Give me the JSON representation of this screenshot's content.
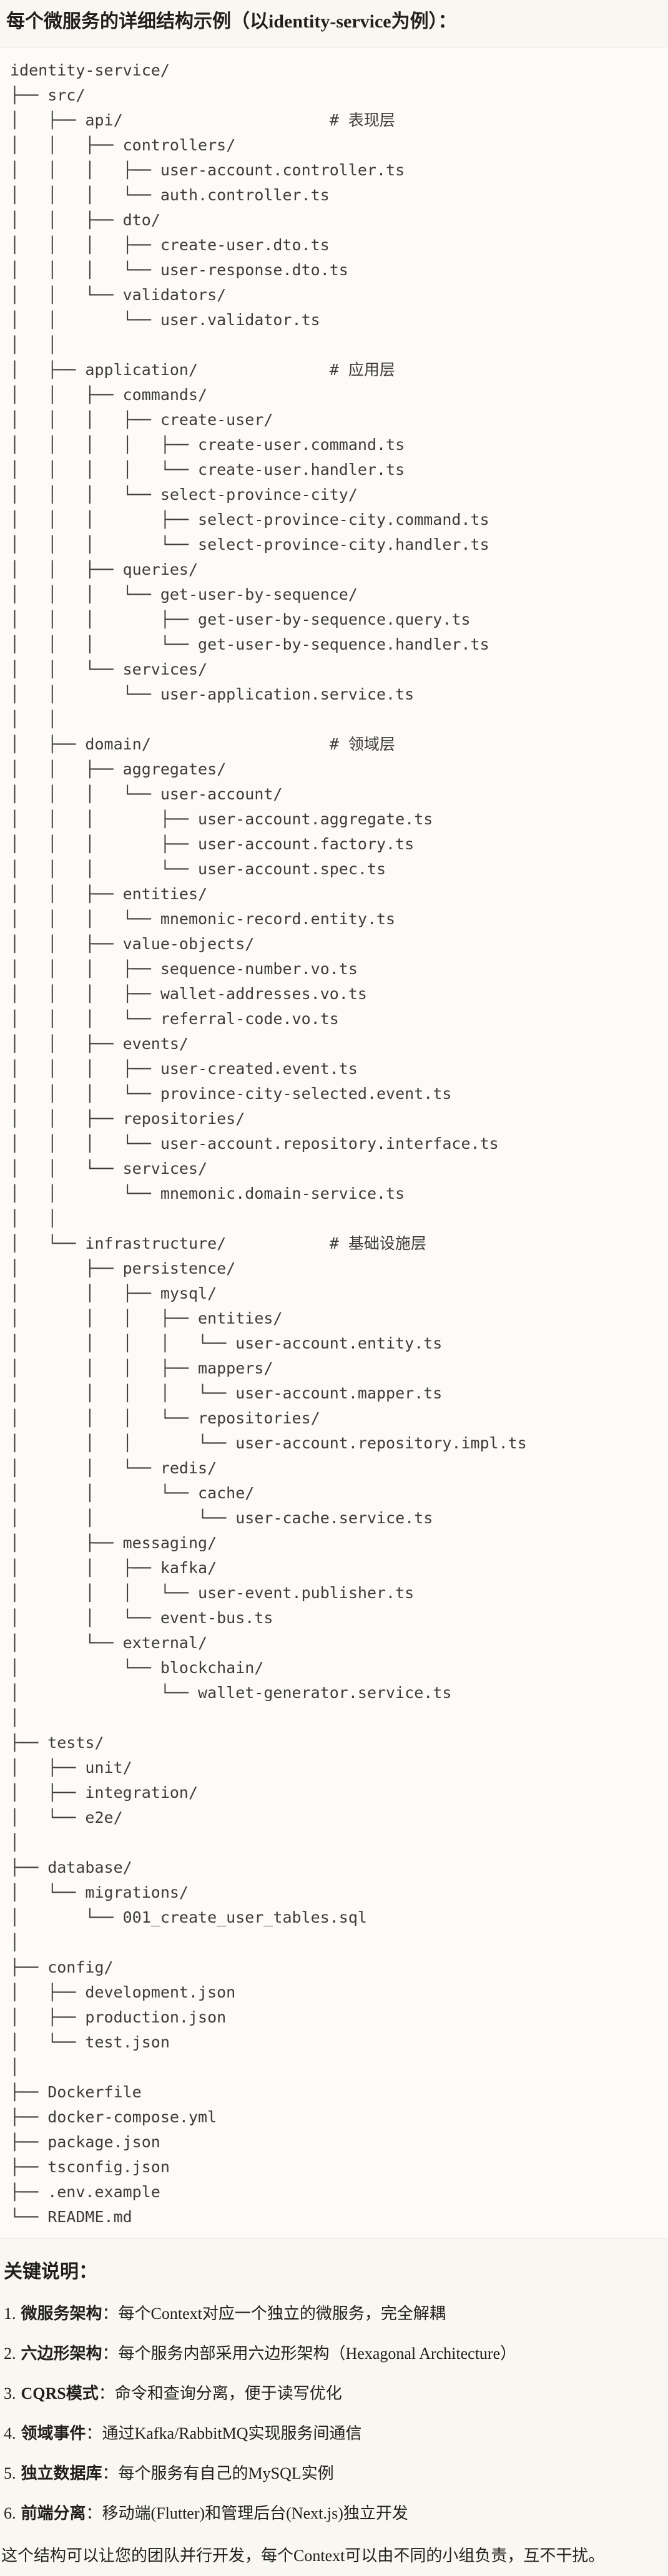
{
  "colors": {
    "page_bg": "#F8F7F2",
    "code_bg": "#FCFBF7",
    "border": "#E6E4DC",
    "text": "#201F1B",
    "code_text": "#3D3C38"
  },
  "header": {
    "title": "每个微服务的详细结构示例（以identity-service为例）："
  },
  "tree": {
    "lines": [
      "identity-service/",
      "├── src/",
      "│   ├── api/                      # 表现层",
      "│   │   ├── controllers/",
      "│   │   │   ├── user-account.controller.ts",
      "│   │   │   └── auth.controller.ts",
      "│   │   ├── dto/",
      "│   │   │   ├── create-user.dto.ts",
      "│   │   │   └── user-response.dto.ts",
      "│   │   └── validators/",
      "│   │       └── user.validator.ts",
      "│   │",
      "│   ├── application/              # 应用层",
      "│   │   ├── commands/",
      "│   │   │   ├── create-user/",
      "│   │   │   │   ├── create-user.command.ts",
      "│   │   │   │   └── create-user.handler.ts",
      "│   │   │   └── select-province-city/",
      "│   │   │       ├── select-province-city.command.ts",
      "│   │   │       └── select-province-city.handler.ts",
      "│   │   ├── queries/",
      "│   │   │   └── get-user-by-sequence/",
      "│   │   │       ├── get-user-by-sequence.query.ts",
      "│   │   │       └── get-user-by-sequence.handler.ts",
      "│   │   └── services/",
      "│   │       └── user-application.service.ts",
      "│   │",
      "│   ├── domain/                   # 领域层",
      "│   │   ├── aggregates/",
      "│   │   │   └── user-account/",
      "│   │   │       ├── user-account.aggregate.ts",
      "│   │   │       ├── user-account.factory.ts",
      "│   │   │       └── user-account.spec.ts",
      "│   │   ├── entities/",
      "│   │   │   └── mnemonic-record.entity.ts",
      "│   │   ├── value-objects/",
      "│   │   │   ├── sequence-number.vo.ts",
      "│   │   │   ├── wallet-addresses.vo.ts",
      "│   │   │   └── referral-code.vo.ts",
      "│   │   ├── events/",
      "│   │   │   ├── user-created.event.ts",
      "│   │   │   └── province-city-selected.event.ts",
      "│   │   ├── repositories/",
      "│   │   │   └── user-account.repository.interface.ts",
      "│   │   └── services/",
      "│   │       └── mnemonic.domain-service.ts",
      "│   │",
      "│   └── infrastructure/           # 基础设施层",
      "│       ├── persistence/",
      "│       │   ├── mysql/",
      "│       │   │   ├── entities/",
      "│       │   │   │   └── user-account.entity.ts",
      "│       │   │   ├── mappers/",
      "│       │   │   │   └── user-account.mapper.ts",
      "│       │   │   └── repositories/",
      "│       │   │       └── user-account.repository.impl.ts",
      "│       │   └── redis/",
      "│       │       └── cache/",
      "│       │           └── user-cache.service.ts",
      "│       ├── messaging/",
      "│       │   ├── kafka/",
      "│       │   │   └── user-event.publisher.ts",
      "│       │   └── event-bus.ts",
      "│       └── external/",
      "│           └── blockchain/",
      "│               └── wallet-generator.service.ts",
      "│",
      "├── tests/",
      "│   ├── unit/",
      "│   ├── integration/",
      "│   └── e2e/",
      "│",
      "├── database/",
      "│   └── migrations/",
      "│       └── 001_create_user_tables.sql",
      "│",
      "├── config/",
      "│   ├── development.json",
      "│   ├── production.json",
      "│   └── test.json",
      "│",
      "├── Dockerfile",
      "├── docker-compose.yml",
      "├── package.json",
      "├── tsconfig.json",
      "├── .env.example",
      "└── README.md"
    ]
  },
  "notes": {
    "heading": "关键说明：",
    "items": [
      {
        "num": "1.",
        "term": "微服务架构",
        "desc": "：每个Context对应一个独立的微服务，完全解耦"
      },
      {
        "num": "2.",
        "term": "六边形架构",
        "desc": "：每个服务内部采用六边形架构（Hexagonal Architecture）"
      },
      {
        "num": "3.",
        "term": "CQRS模式",
        "desc": "：命令和查询分离，便于读写优化"
      },
      {
        "num": "4.",
        "term": "领域事件",
        "desc": "：通过Kafka/RabbitMQ实现服务间通信"
      },
      {
        "num": "5.",
        "term": "独立数据库",
        "desc": "：每个服务有自己的MySQL实例"
      },
      {
        "num": "6.",
        "term": "前端分离",
        "desc": "：移动端(Flutter)和管理后台(Next.js)独立开发"
      }
    ],
    "footer": "这个结构可以让您的团队并行开发，每个Context可以由不同的小组负责，互不干扰。"
  }
}
